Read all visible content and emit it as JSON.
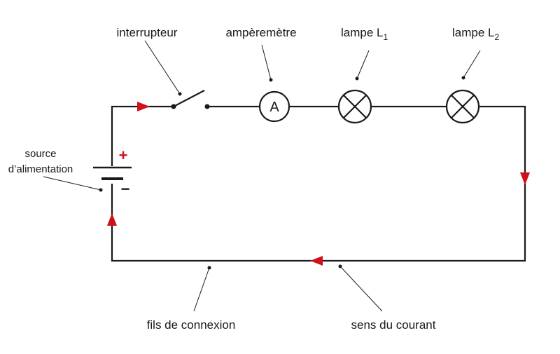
{
  "labels": {
    "switch": "interrupteur",
    "ammeter": "ampèremètre",
    "lamp1_text": "lampe L",
    "lamp1_sub": "1",
    "lamp2_text": "lampe L",
    "lamp2_sub": "2",
    "source_line1": "source",
    "source_line2": "d’alimentation",
    "wires": "fils de connexion",
    "current": "sens du courant"
  },
  "symbols": {
    "ammeter_letter": "A",
    "plus": "+",
    "minus": "−"
  },
  "colors": {
    "wire": "#1a1a1a",
    "arrow": "#d0101a",
    "plus": "#d0101a"
  }
}
